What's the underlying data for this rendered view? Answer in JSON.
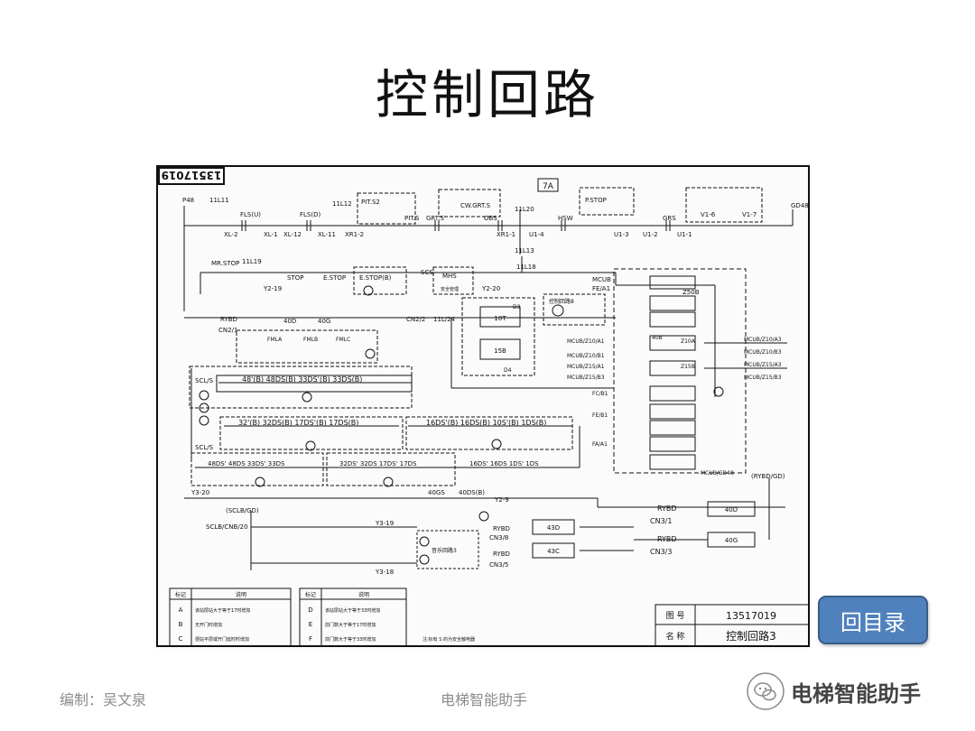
{
  "page": {
    "title": "控制回路"
  },
  "drawing": {
    "stamp": "13517019",
    "sheet": "7A",
    "labels": {
      "p48": "P48",
      "n11l11": "11L11",
      "n11l12": "11L12",
      "n11l20": "11L20",
      "n11l13": "11L13",
      "gd48": "GD48",
      "fls_u": "FLS(U)",
      "fls_d": "FLS(D)",
      "xl2": "XL-2",
      "xl1": "XL-1",
      "xl12": "XL-12",
      "xl11": "XL-11",
      "xr12": "XR1-2",
      "pits2": "PIT.S2",
      "pits": "PIT.S",
      "grts": "GRT.S",
      "cwgrts": "CW.GRT.S",
      "obs": "OBS",
      "xr11": "XR1-1",
      "u14": "U1-4",
      "hsw": "HSW",
      "pstop": "P.STOP",
      "u13": "U1-3",
      "u12": "U1-2",
      "u11": "U1-1",
      "grs": "GRS",
      "v16": "V1-6",
      "v17": "V1-7",
      "mrstop": "MR.STOP",
      "n11l19": "11L19",
      "y219": "Y2-19",
      "stop": "STOP",
      "estop": "E.STOP",
      "estopb": "E.STOP(B)",
      "scs": "SCS",
      "mhs": "MHS",
      "y220": "Y2-20",
      "n11l18": "11L18",
      "mcub": "MCUB",
      "fea1": "FE/A1",
      "z50b": "Z50B",
      "rybd": "RYBD",
      "cn21": "CN2/1",
      "cn22": "CN2/2",
      "n11l24": "11L/24",
      "n40d": "40D",
      "n40g": "40G",
      "fmla": "FMLA",
      "fmlb": "FMLB",
      "fmlc": "FMLC",
      "n10t": "10T",
      "n15b": "15B",
      "d3": "D3",
      "d4": "D4",
      "mcubz10a1": "MCUB/Z10/A1",
      "mcubz10b1": "MCUB/Z10/B1",
      "mcubz15a1": "MCUB/Z15/A1",
      "mcubz15b3": "MCUB/Z15/B3",
      "z10a": "Z10A",
      "z15b": "Z15B",
      "n40b": "40B",
      "mcubz10a3": "MCUB/Z10/A3",
      "mcubz10b3": "MCUB/Z10/B3",
      "mcubz15a3": "MCUB/Z15/A3",
      "mcubz15b3r": "MCUB/Z15/B3",
      "fcb1": "FC/B1",
      "feb1": "FE/B1",
      "faa1": "FA/A1",
      "mcubgd48": "MCUB/GD48",
      "rybdgd": "(RYBD/GD)",
      "scls": "SCL/S",
      "r1": "48'(B) 48DS(B) 33DS'(B) 33DS(B)",
      "r2": "32'(B) 32DS(B) 17DS'(B) 17DS(B)",
      "r3": "16DS'(B) 16DS(B) 10S'(B) 1DS(B)",
      "r4": "48DS' 48DS 33DS' 33DS",
      "r5": "32DS' 32DS 17DS' 17DS",
      "r6": "16DS' 16DS 1DS' 1DS",
      "y320": "Y3-20",
      "n40gs": "40GS",
      "n40dsb": "40DS(B)",
      "y29": "Y2-9",
      "sclbgd": "(SCLB/GD)",
      "sclbcnb20": "SCLB/CNB/20",
      "y319": "Y3-19",
      "y318": "Y3-18",
      "cn38": "CN3/8",
      "cn35": "CN3/5",
      "cn31": "CN3/1",
      "cn33": "CN3/3",
      "n43d": "43D",
      "n43c": "43C",
      "n40d2": "40D",
      "n40g2": "40G",
      "ctrl8": "控制回路8",
      "ctrl3": "音乐回路3",
      "sec": "安全管理"
    },
    "legend": {
      "hdr_mark": "标记",
      "hdr_desc": "说明",
      "rows": [
        {
          "mark": "A",
          "desc": "该站层站大于等于17时增加"
        },
        {
          "mark": "B",
          "desc": "无开门时增加"
        },
        {
          "mark": "C",
          "desc": "便站平层或开门延时时增加"
        },
        {
          "mark": "D",
          "desc": "该站层站大于等于33时增加"
        },
        {
          "mark": "E",
          "desc": "前门数大于等于17时增加"
        },
        {
          "mark": "F",
          "desc": "前门数大于等于33时增加"
        }
      ],
      "note": "注:标有 S 的为安全触电器"
    },
    "titleblock": {
      "figno_label": "图  号",
      "figno": "13517019",
      "name_label": "名  称",
      "name": "控制回路3"
    }
  },
  "back_button": {
    "label": "回目录"
  },
  "footer": {
    "author": "编制：吴文泉",
    "center": "电梯智能助手",
    "brand": "电梯智能助手"
  }
}
